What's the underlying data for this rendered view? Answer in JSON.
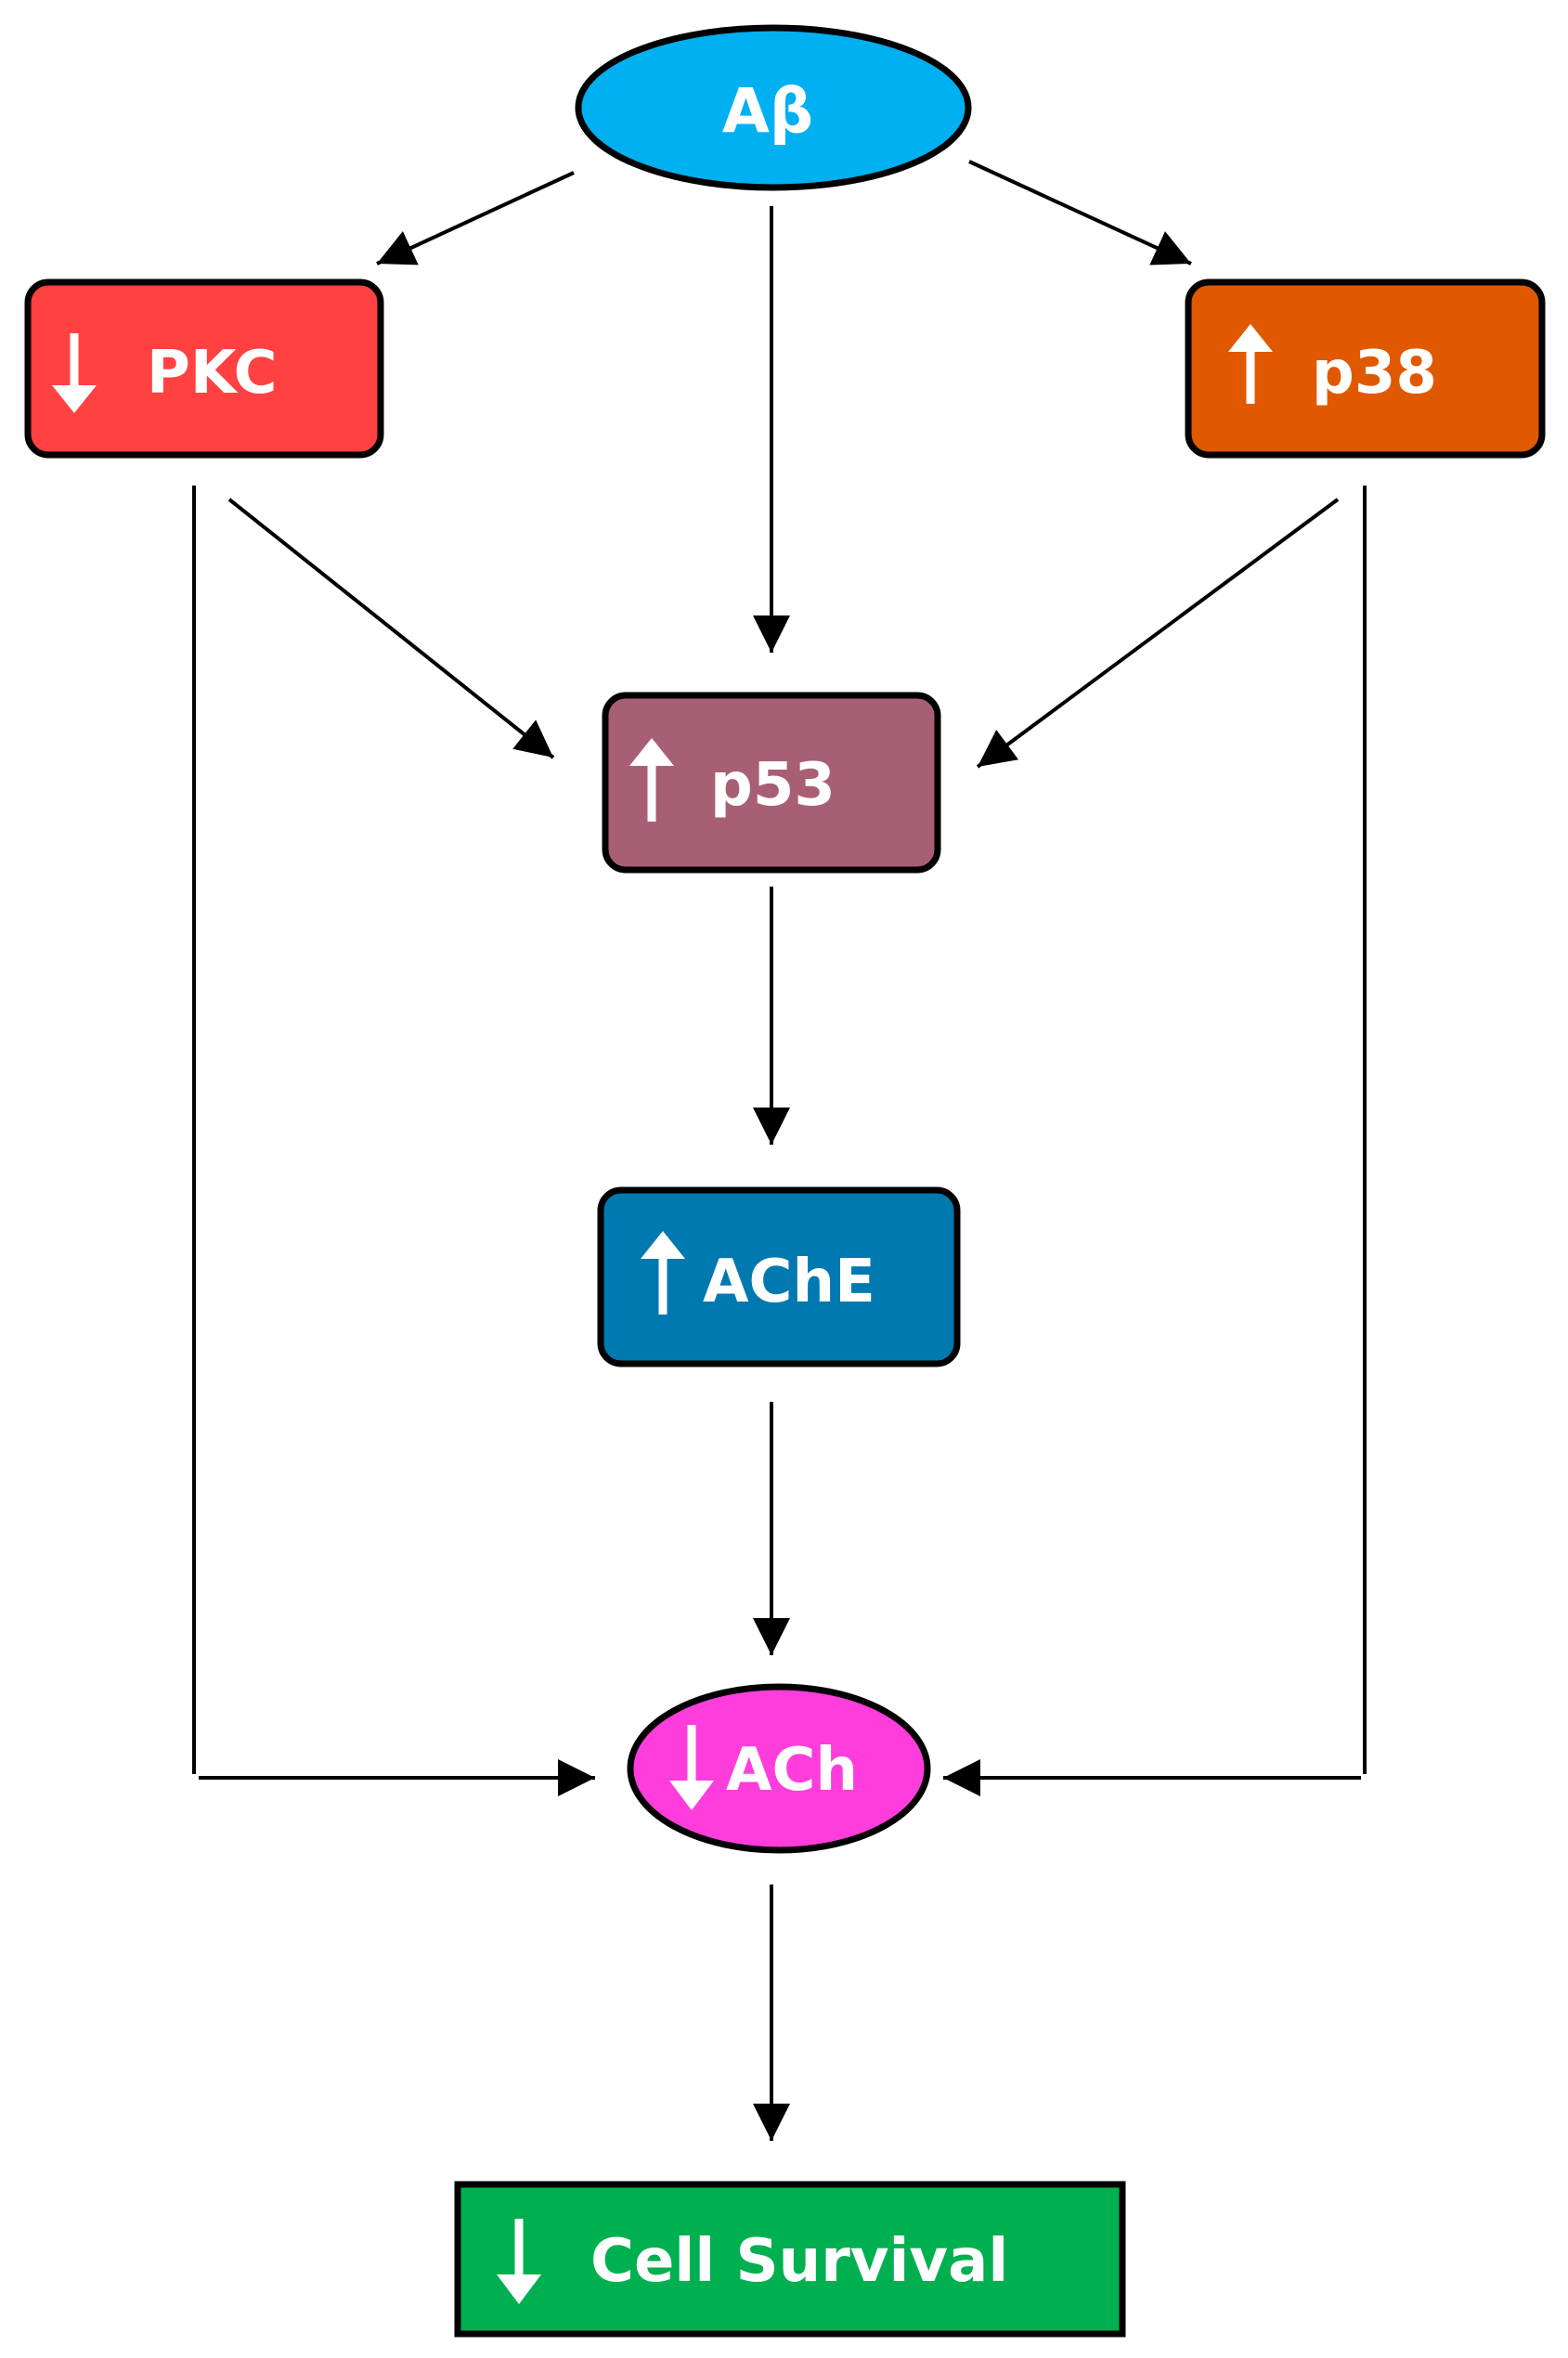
{
  "nodes": {
    "abeta": {
      "label": "Aβ",
      "indicator": "",
      "color": "#00b0f0"
    },
    "pkc": {
      "label": "PKC",
      "indicator": "down-arrow-icon",
      "color": "#ff4141"
    },
    "p38": {
      "label": "p38",
      "indicator": "up-arrow-icon",
      "color": "#e05900"
    },
    "p53": {
      "label": "p53",
      "indicator": "up-arrow-icon",
      "color": "#a85f74"
    },
    "ache": {
      "label": "AChE",
      "indicator": "up-arrow-icon",
      "color": "#0079b1"
    },
    "ach": {
      "label": "ACh",
      "indicator": "down-arrow-icon",
      "color": "#ff3ddd"
    },
    "survival": {
      "label": "Cell Survival",
      "indicator": "down-arrow-icon",
      "color": "#00b050"
    }
  },
  "edges": [
    {
      "from": "abeta",
      "to": "pkc"
    },
    {
      "from": "abeta",
      "to": "p53"
    },
    {
      "from": "abeta",
      "to": "p38"
    },
    {
      "from": "pkc",
      "to": "p53"
    },
    {
      "from": "p38",
      "to": "p53"
    },
    {
      "from": "pkc",
      "to": "ach"
    },
    {
      "from": "p38",
      "to": "ach"
    },
    {
      "from": "p53",
      "to": "ache"
    },
    {
      "from": "ache",
      "to": "ach"
    },
    {
      "from": "ach",
      "to": "survival"
    }
  ]
}
